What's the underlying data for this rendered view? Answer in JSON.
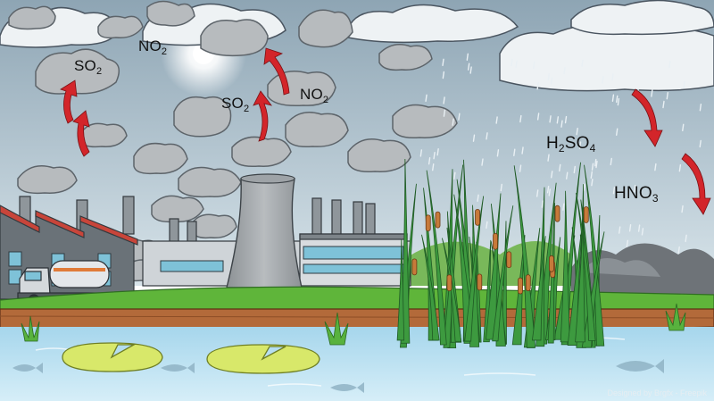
{
  "labels": {
    "so2_left": {
      "base": "SO",
      "sub": "2"
    },
    "no2_top": {
      "base": "NO",
      "sub": "2"
    },
    "so2_mid": {
      "base": "SO",
      "sub": "2"
    },
    "no2_mid": {
      "base": "NO",
      "sub": "2"
    },
    "h2so4": {
      "p1": "H",
      "s1": "2",
      "p2": "SO",
      "s2": "4"
    },
    "hno3": {
      "base": "HNO",
      "sub": "3"
    }
  },
  "credit": "Designed by Brgfx - Freepik",
  "colors": {
    "sky_top": "#8fa6b5",
    "sky_bottom": "#cfdde4",
    "smoke": "#b9bdc0",
    "arrow": "#d3252a",
    "grass": "#5fb53a",
    "soil": "#b36a3a",
    "water": "#bfe3f2",
    "reed": "#2f8a3a",
    "factory_roof": "#c8453a"
  }
}
